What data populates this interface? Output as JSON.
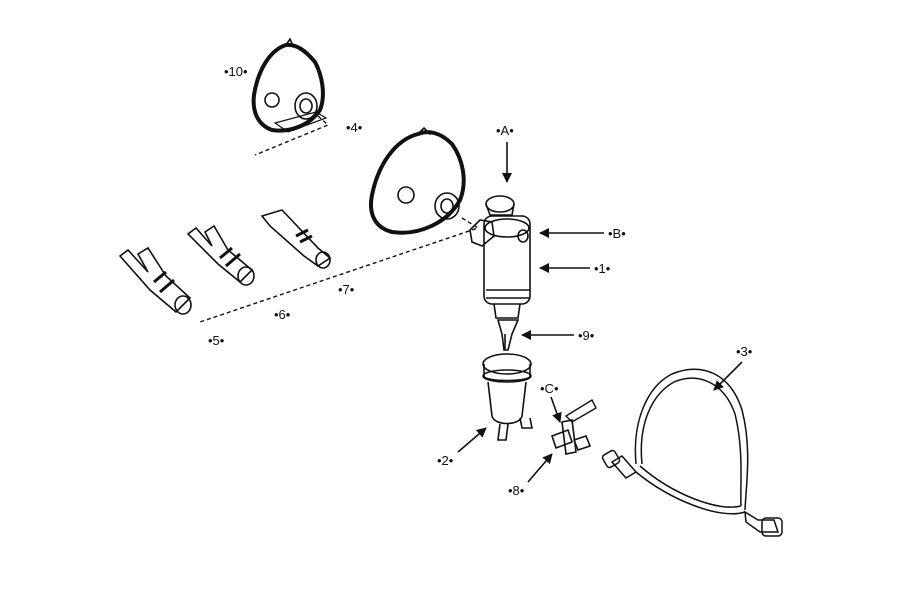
{
  "labels": {
    "l10": "•10•",
    "l4": "•4•",
    "lA": "•A•",
    "lB": "•B•",
    "l1": "•1•",
    "l7": "•7•",
    "l6": "•6•",
    "l5": "•5•",
    "l9": "•9•",
    "l3": "•3•",
    "lC": "•C•",
    "l2": "•2•",
    "l8": "•8•"
  },
  "colors": {
    "ink": "#111111",
    "paper": "#ffffff"
  }
}
